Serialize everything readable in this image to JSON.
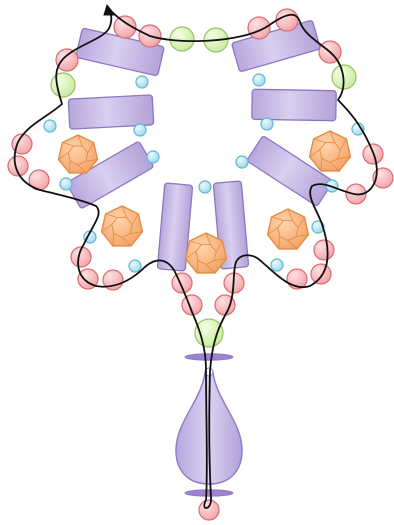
{
  "diagram": {
    "type": "beading-pattern",
    "background_color": "#ffffff",
    "colors": {
      "pink_bead": "#f3a3a8",
      "pink_stroke": "#d76c74",
      "green_bead": "#d2efaa",
      "green_stroke": "#97c264",
      "blue_bead": "#aee0f0",
      "blue_stroke": "#5fb7d2",
      "tube_fill": "#c5b7e2",
      "tube_stroke": "#8c78c2",
      "crystal_fill": "#f7b27a",
      "crystal_stroke": "#e28b40",
      "drop_fill": "#c8bde6",
      "drop_stroke": "#8e7bc4",
      "thread": "#111111"
    },
    "bead_kinds": [
      "pink-seed-bead",
      "green-round-bead",
      "blue-seed-bead",
      "purple-tube-bead",
      "orange-crystal-bead",
      "purple-drop-bead",
      "purple-bead-cap"
    ],
    "thread_arrow_icon": "arrow-head-icon"
  }
}
